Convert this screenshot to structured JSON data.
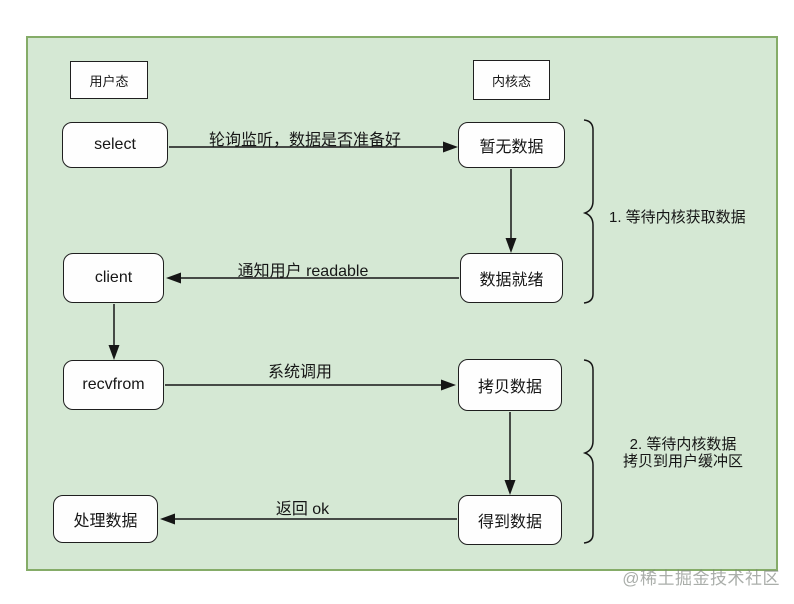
{
  "canvas": {
    "panel_fill": "#d5e8d4",
    "panel_stroke": "#85ac68",
    "node_fill": "#fefefe",
    "node_stroke": "#1f1f1f",
    "watermark_color": "#7d837d"
  },
  "headers": {
    "user_mode": "用户态",
    "kernel_mode": "内核态"
  },
  "nodes": {
    "select": "select",
    "no_data": "暂无数据",
    "client": "client",
    "data_ready": "数据就绪",
    "recvfrom": "recvfrom",
    "copy_data": "拷贝数据",
    "process_data": "处理数据",
    "got_data": "得到数据"
  },
  "edges": {
    "poll": "轮询监听，数据是否准备好",
    "notify": "通知用户 readable",
    "syscall": "系统调用",
    "return_ok": "返回 ok"
  },
  "annotations": {
    "stage1": "1. 等待内核获取数据",
    "stage2_line1": "2. 等待内核数据",
    "stage2_line2": "拷贝到用户缓冲区"
  },
  "watermark": "@稀土掘金技术社区"
}
